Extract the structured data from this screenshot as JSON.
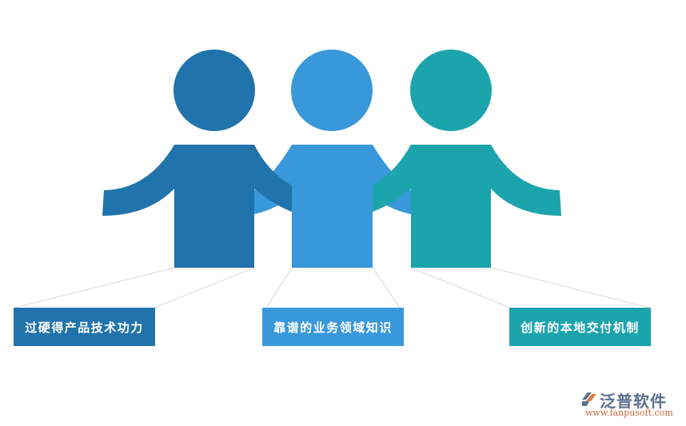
{
  "diagram": {
    "type": "three-figure-team-infographic",
    "colors": {
      "figure_1": "#2173ab",
      "figure_2": "#3898d9",
      "figure_3": "#1ca4ad",
      "connector_line": "#d8d8d8",
      "label_text": "#ffffff"
    },
    "figures": [
      {
        "id": "figure-1",
        "color": "#2173ab",
        "label": "过硬得产品技术功力"
      },
      {
        "id": "figure-2",
        "color": "#3898d9",
        "label": "靠谱的业务领域知识"
      },
      {
        "id": "figure-3",
        "color": "#1ca4ad",
        "label": "创新的本地交付机制"
      }
    ]
  },
  "logo": {
    "title": "泛普软件",
    "url": "www.fanpusoft.com",
    "icon": "fanpu-logo-icon"
  }
}
